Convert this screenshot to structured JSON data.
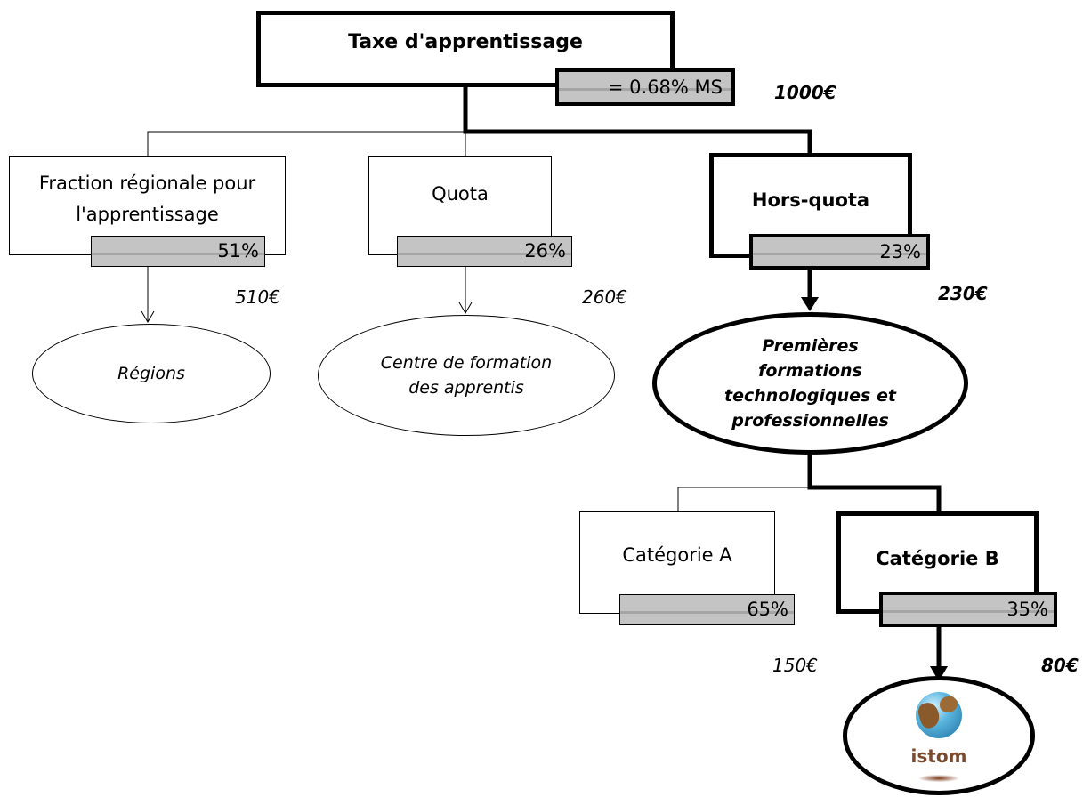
{
  "root": {
    "title": "Taxe d'apprentissage",
    "rate": "= 0.68% MS",
    "amount": "1000€"
  },
  "branches": {
    "regional": {
      "title": "Fraction régionale pour l'apprentissage",
      "pct": "51%",
      "amount": "510€",
      "target": "Régions"
    },
    "quota": {
      "title": "Quota",
      "pct": "26%",
      "amount": "260€",
      "target": "Centre de formation des apprentis"
    },
    "hors_quota": {
      "title": "Hors-quota",
      "pct": "23%",
      "amount": "230€",
      "target": "Premières formations technologiques et professionnelles"
    }
  },
  "categories": {
    "a": {
      "title": "Catégorie A",
      "pct": "65%",
      "amount": "150€"
    },
    "b": {
      "title": "Catégorie B",
      "pct": "35%",
      "amount": "80€",
      "target_logo_text": "istom"
    }
  }
}
